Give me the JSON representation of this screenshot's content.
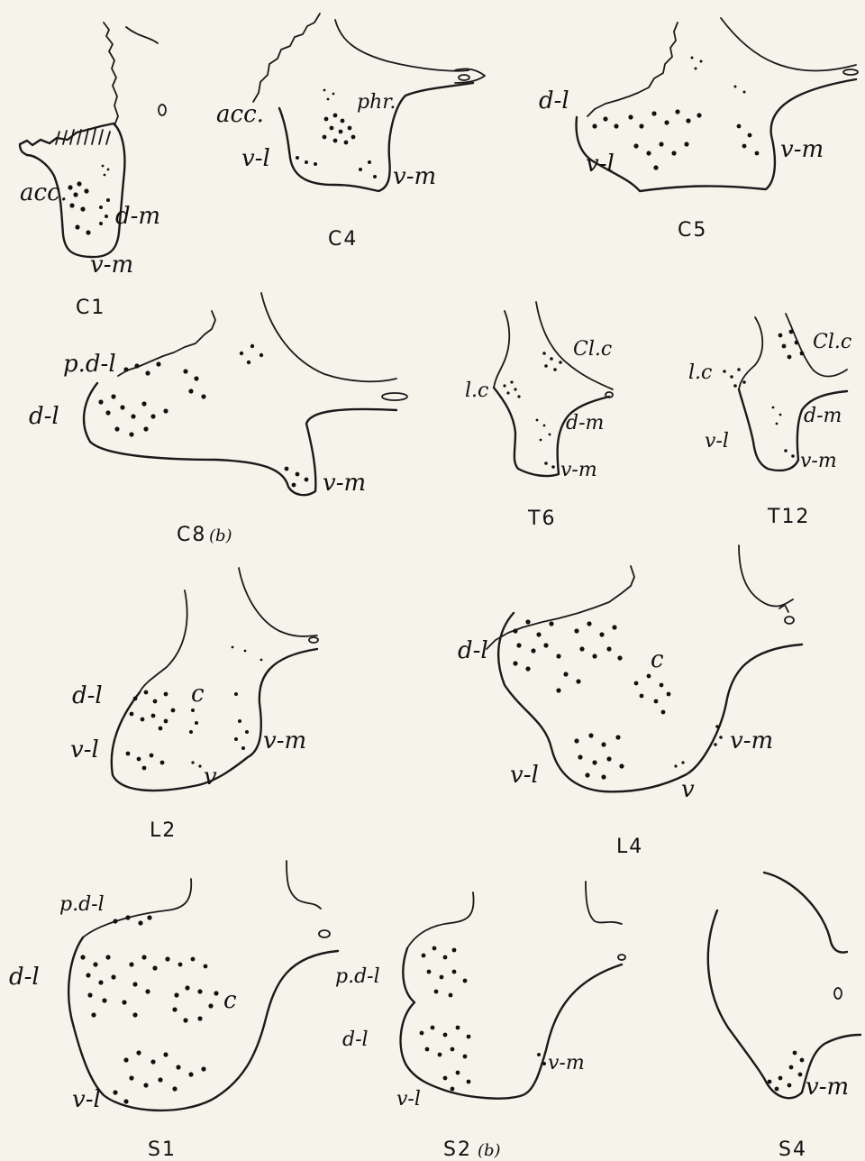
{
  "sections": {
    "c1": {
      "caption": "C1",
      "labels": {
        "acc": "acc.",
        "dm": "d-m",
        "vm": "v-m"
      }
    },
    "c4": {
      "caption": "C4",
      "labels": {
        "acc": "acc.",
        "phr": "phr.",
        "vl": "v-l",
        "vm": "v-m"
      }
    },
    "c5": {
      "caption": "C5",
      "labels": {
        "dl": "d-l",
        "vl": "v-l",
        "vm": "v-m"
      }
    },
    "c8": {
      "caption": "C8",
      "caption_suffix": "(b)",
      "labels": {
        "pdl": "p.d-l",
        "dl": "d-l",
        "vm": "v-m"
      }
    },
    "t6": {
      "caption": "T6",
      "labels": {
        "clc": "Cl.c",
        "lc": "l.c",
        "dm": "d-m",
        "vm": "v-m"
      }
    },
    "t12": {
      "caption": "T12",
      "labels": {
        "clc": "Cl.c",
        "lc": "l.c",
        "dm": "d-m",
        "vl": "v-l",
        "vm": "v-m"
      }
    },
    "l2": {
      "caption": "L2",
      "labels": {
        "dl": "d-l",
        "c": "c",
        "vl": "v-l",
        "vm": "v-m",
        "v": "v"
      }
    },
    "l4": {
      "caption": "L4",
      "labels": {
        "dl": "d-l",
        "c": "c",
        "vl": "v-l",
        "vm": "v-m",
        "v": "v"
      }
    },
    "s1": {
      "caption": "S1",
      "labels": {
        "pdl": "p.d-l",
        "dl": "d-l",
        "c": "c",
        "vl": "v-l"
      }
    },
    "s2": {
      "caption": "S2",
      "caption_suffix": "(b)",
      "labels": {
        "pdl": "p.d-l",
        "dl": "d-l",
        "vm": "v-m",
        "vl": "v-l"
      }
    },
    "s4": {
      "caption": "S4",
      "labels": {
        "vm": "v-m"
      }
    }
  }
}
